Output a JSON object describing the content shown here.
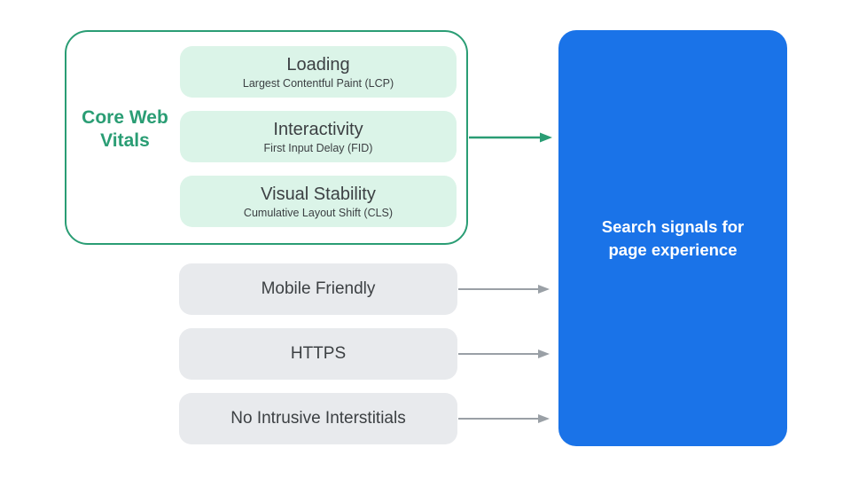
{
  "diagram": {
    "core_web_vitals": {
      "label": "Core Web Vitals",
      "items": [
        {
          "title": "Loading",
          "subtitle": "Largest Contentful Paint (LCP)"
        },
        {
          "title": "Interactivity",
          "subtitle": "First Input Delay (FID)"
        },
        {
          "title": "Visual Stability",
          "subtitle": "Cumulative Layout Shift (CLS)"
        }
      ]
    },
    "other_signals": [
      {
        "label": "Mobile Friendly"
      },
      {
        "label": "HTTPS"
      },
      {
        "label": "No Intrusive Interstitials"
      }
    ],
    "result": {
      "label": "Search signals for page experience"
    },
    "colors": {
      "green": "#2A9D74",
      "green_light": "#DBF4E8",
      "gray_box": "#E8EAED",
      "arrow_gray": "#9AA0A6",
      "blue": "#1A73E8",
      "text_dark": "#3C4043",
      "text_white": "#FFFFFF",
      "bg": "#FFFFFF"
    }
  }
}
